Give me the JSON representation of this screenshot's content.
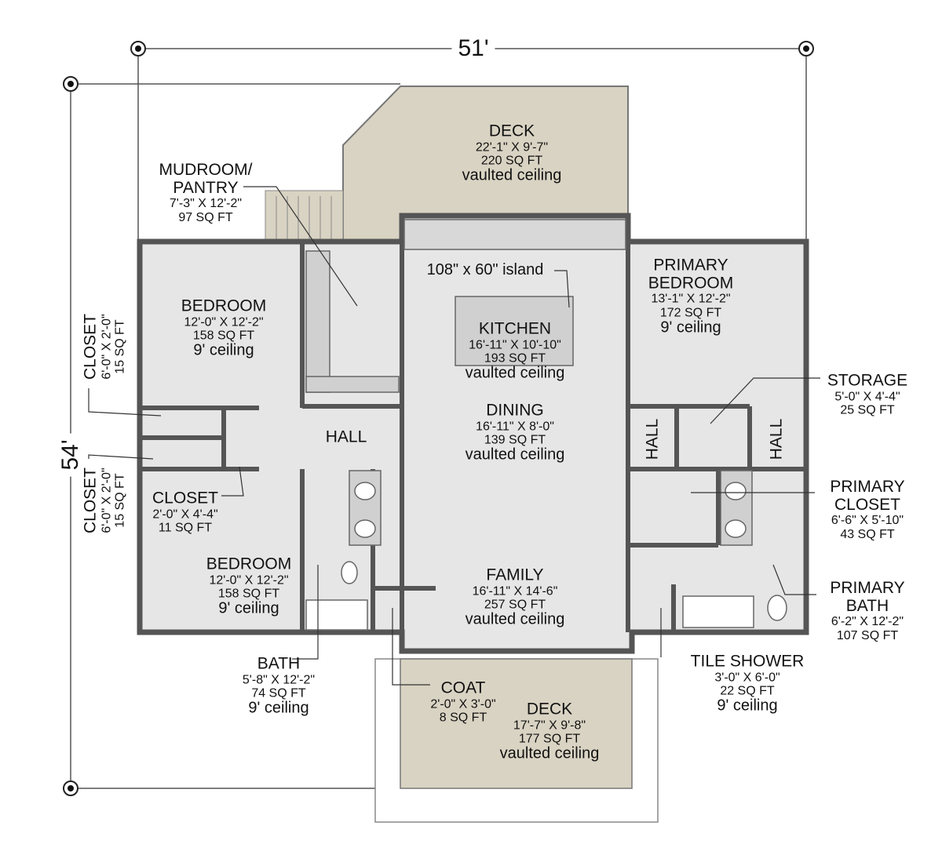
{
  "dimensions": {
    "width": "51'",
    "depth": "54'"
  },
  "colors": {
    "room_fill": "#e6e6e6",
    "deck_fill": "#d9d3c3",
    "wall": "#555555"
  },
  "rooms": {
    "deck_top": {
      "name": "DECK",
      "size": "22'-1\" X 9'-7\"",
      "area": "220 SQ FT",
      "ceiling": "vaulted ceiling"
    },
    "mudroom": {
      "name1": "MUDROOM/",
      "name2": "PANTRY",
      "size": "7'-3\" X 12'-2\"",
      "area": "97 SQ FT"
    },
    "bedroom_top": {
      "name": "BEDROOM",
      "size": "12'-0\" X 12'-2\"",
      "area": "158 SQ FT",
      "ceiling": "9' ceiling"
    },
    "island": {
      "name": "108\" x 60\" island"
    },
    "kitchen": {
      "name": "KITCHEN",
      "size": "16'-11\" X 10'-10\"",
      "area": "193 SQ FT",
      "ceiling": "vaulted ceiling"
    },
    "dining": {
      "name": "DINING",
      "size": "16'-11\" X 8'-0\"",
      "area": "139 SQ FT",
      "ceiling": "vaulted ceiling"
    },
    "hall": {
      "name": "HALL"
    },
    "primary_bedroom": {
      "name1": "PRIMARY",
      "name2": "BEDROOM",
      "size": "13'-1\" X 12'-2\"",
      "area": "172 SQ FT",
      "ceiling": "9' ceiling"
    },
    "storage": {
      "name": "STORAGE",
      "size": "5'-0\" X 4'-4\"",
      "area": "25 SQ FT"
    },
    "hall_left": {
      "name": "HALL"
    },
    "hall_right": {
      "name": "HALL"
    },
    "primary_closet": {
      "name1": "PRIMARY",
      "name2": "CLOSET",
      "size": "6'-6\" X 5'-10\"",
      "area": "43 SQ FT"
    },
    "primary_bath": {
      "name1": "PRIMARY",
      "name2": "BATH",
      "size": "6'-2\" X 12'-2\"",
      "area": "107 SQ FT"
    },
    "tile_shower": {
      "name": "TILE SHOWER",
      "size": "3'-0\" X 6'-0\"",
      "area": "22 SQ FT",
      "ceiling": "9' ceiling"
    },
    "family": {
      "name": "FAMILY",
      "size": "16'-11\" X 14'-6\"",
      "area": "257 SQ FT",
      "ceiling": "vaulted ceiling"
    },
    "coat": {
      "name": "COAT",
      "size": "2'-0\" X 3'-0\"",
      "area": "8 SQ FT"
    },
    "deck_bottom": {
      "name": "DECK",
      "size": "17'-7\" X 9'-8\"",
      "area": "177 SQ FT",
      "ceiling": "vaulted ceiling"
    },
    "bath": {
      "name": "BATH",
      "size": "5'-8\" X 12'-2\"",
      "area": "74 SQ FT",
      "ceiling": "9' ceiling"
    },
    "bedroom_bottom": {
      "name": "BEDROOM",
      "size": "12'-0\" X 12'-2\"",
      "area": "158 SQ FT",
      "ceiling": "9' ceiling"
    },
    "closet_small": {
      "name": "CLOSET",
      "size": "2'-0\" X 4'-4\"",
      "area": "11 SQ FT"
    },
    "closet_upper": {
      "name": "CLOSET",
      "size": "6'-0\" X 2'-0\"",
      "area": "15 SQ FT"
    },
    "closet_lower": {
      "name": "CLOSET",
      "size": "6'-0\" X 2'-0\"",
      "area": "15 SQ FT"
    }
  }
}
